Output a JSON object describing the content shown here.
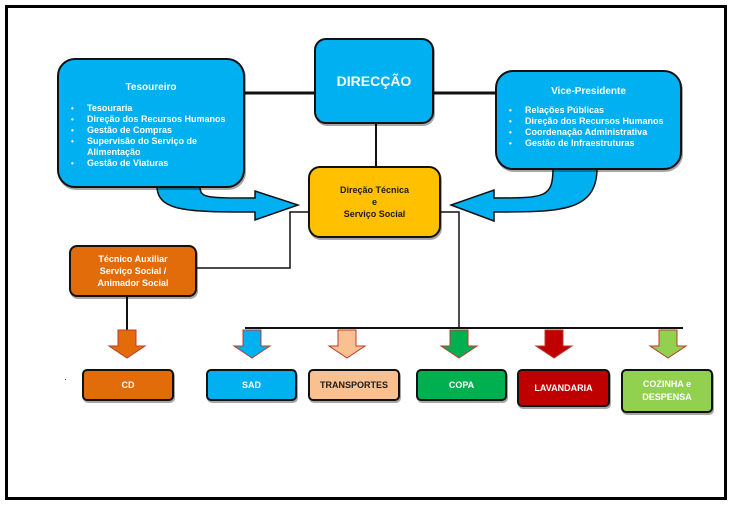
{
  "diagram": {
    "top": {
      "label": "DIRECÇÃO",
      "color": "#00b0f0"
    },
    "left_unit": {
      "title": "Tesoureiro",
      "color": "#00b0f0",
      "items": [
        "Tesouraria",
        "Direção dos Recursos Humanos",
        "Gestão de Compras",
        "Supervisão do Serviço de Alimentação",
        "Gestão de Viaturas"
      ]
    },
    "right_unit": {
      "title": "Vice-Presidente",
      "color": "#00b0f0",
      "items": [
        "Relações Públicas",
        "Direção dos Recursos Humanos",
        "Coordenação Administrativa",
        "Gestão de Infraestruturas"
      ]
    },
    "center": {
      "line1": "Direção Técnica",
      "line2": "e",
      "line3": "Serviço Social",
      "color": "#ffc000"
    },
    "assistant": {
      "line1": "Técnico Auxiliar",
      "line2": "Serviço Social /",
      "line3": "Animador Social",
      "color": "#e36c0a"
    },
    "departments": [
      {
        "line1": "CD",
        "line2": "",
        "color": "#e36c0a",
        "text_color": "#ffffff"
      },
      {
        "line1": "SAD",
        "line2": "",
        "color": "#00b0f0",
        "text_color": "#ffffff"
      },
      {
        "line1": "TRANSPORTES",
        "line2": "",
        "color": "#fac090",
        "text_color": "#1a1a1a"
      },
      {
        "line1": "COPA",
        "line2": "",
        "color": "#00b050",
        "text_color": "#ffffff"
      },
      {
        "line1": "LAVANDARIA",
        "line2": "",
        "color": "#c00000",
        "text_color": "#ffffff"
      },
      {
        "line1": "COZINHA e",
        "line2": "DESPENSA",
        "color": "#92d050",
        "text_color": "#ffffff"
      }
    ]
  }
}
